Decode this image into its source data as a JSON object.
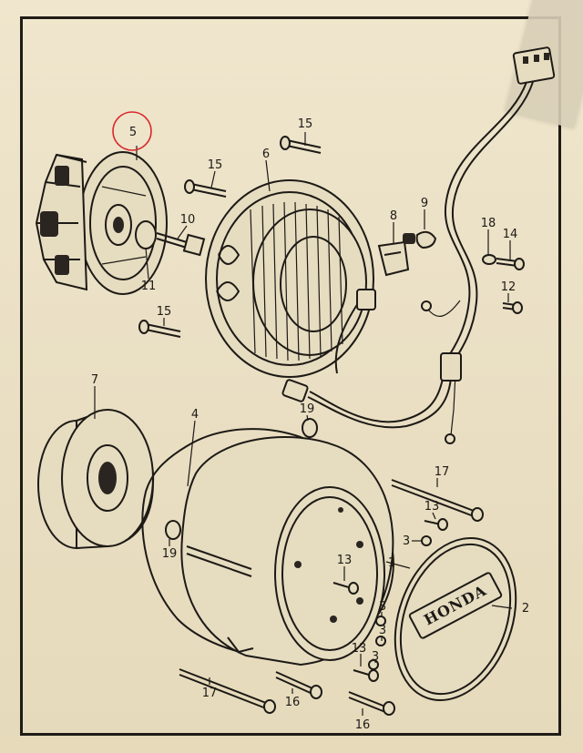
{
  "diagram": {
    "callouts": [
      {
        "id": "part-5",
        "text": "5",
        "highlighted": true
      },
      {
        "id": "part-15a",
        "text": "15"
      },
      {
        "id": "part-15b",
        "text": "15"
      },
      {
        "id": "part-15c",
        "text": "15"
      },
      {
        "id": "part-6",
        "text": "6"
      },
      {
        "id": "part-10",
        "text": "10"
      },
      {
        "id": "part-11",
        "text": "11"
      },
      {
        "id": "part-8",
        "text": "8"
      },
      {
        "id": "part-9",
        "text": "9"
      },
      {
        "id": "part-18",
        "text": "18"
      },
      {
        "id": "part-14",
        "text": "14"
      },
      {
        "id": "part-12",
        "text": "12"
      },
      {
        "id": "part-7",
        "text": "7"
      },
      {
        "id": "part-4",
        "text": "4"
      },
      {
        "id": "part-19a",
        "text": "19"
      },
      {
        "id": "part-19b",
        "text": "19"
      },
      {
        "id": "part-17a",
        "text": "17"
      },
      {
        "id": "part-13a",
        "text": "13"
      },
      {
        "id": "part-3a",
        "text": "3"
      },
      {
        "id": "part-1",
        "text": "1"
      },
      {
        "id": "part-13b",
        "text": "13"
      },
      {
        "id": "part-3b",
        "text": "3"
      },
      {
        "id": "part-3c",
        "text": "3"
      },
      {
        "id": "part-2",
        "text": "2"
      },
      {
        "id": "part-13c",
        "text": "13"
      },
      {
        "id": "part-3d",
        "text": "3"
      },
      {
        "id": "part-17b",
        "text": "17"
      },
      {
        "id": "part-16a",
        "text": "16"
      },
      {
        "id": "part-16b",
        "text": "16"
      }
    ],
    "cover_logo": "HONDA",
    "highlight_color": "#d8262a"
  }
}
